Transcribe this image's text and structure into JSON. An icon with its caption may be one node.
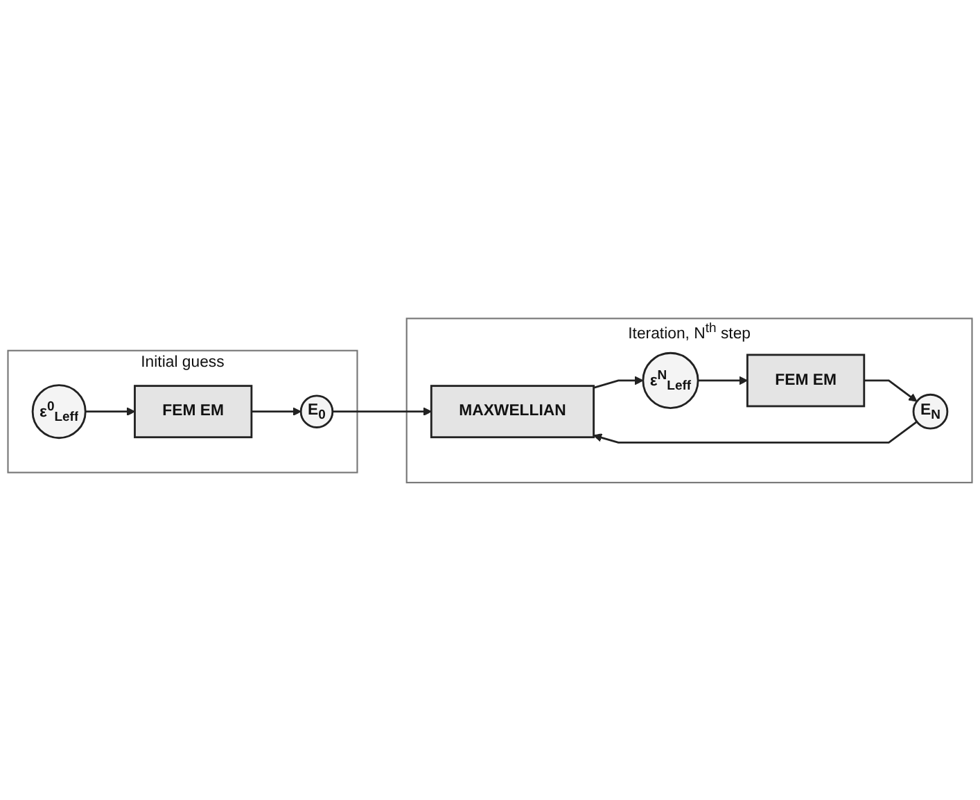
{
  "diagram": {
    "nodes": [
      {
        "text": [
          "Initial guess"
        ]
      },
      {
        "text": [
          "ε$^{0}$$_{Leff}$"
        ],
        "in": 0
      },
      {
        "text": [
          "FEM EM"
        ],
        "in": 0
      },
      {
        "text": [
          "E$_{0}$"
        ],
        "in": 0
      },
      {
        "text": [
          "Iteration, N$^{th}$ step"
        ]
      },
      {
        "text": [
          "MAXWELLIAN"
        ],
        "in": 4
      },
      {
        "text": [
          "ε$^{N}$$_{Leff}$"
        ],
        "in": 4
      },
      {
        "text": [
          "FEM EM"
        ],
        "in": 4
      },
      {
        "text": [
          "E$_{N}$"
        ],
        "in": 4
      }
    ],
    "edges": [
      {
        "from": 1,
        "to": 2,
        "arrow": "to"
      },
      {
        "from": 2,
        "to": 3,
        "arrow": "to"
      },
      {
        "from": 3,
        "to": 5,
        "arrow": "to"
      },
      {
        "from": 5,
        "to": 6,
        "arrow": "to"
      },
      {
        "from": 6,
        "to": 7,
        "arrow": "to"
      },
      {
        "from": 7,
        "to": 8,
        "arrow": "to"
      },
      {
        "from": 8,
        "to": 5,
        "arrow": "to"
      }
    ]
  }
}
